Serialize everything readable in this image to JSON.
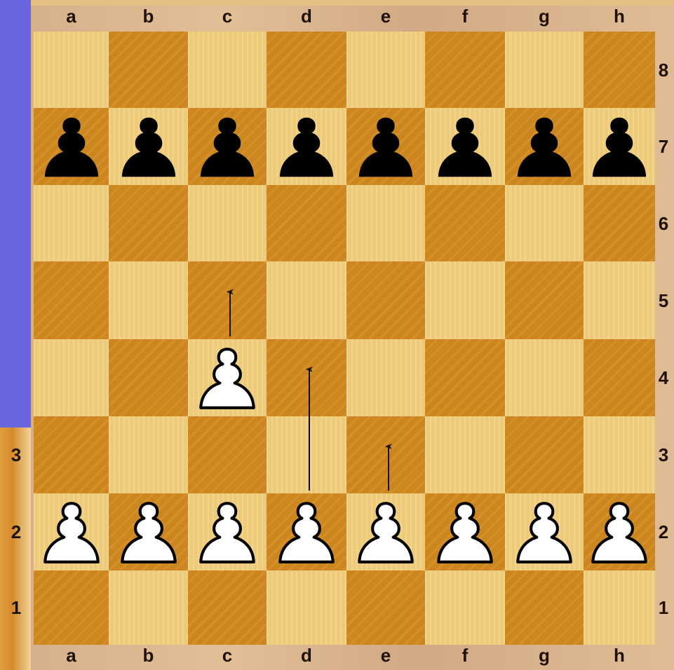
{
  "board": {
    "files": [
      "a",
      "b",
      "c",
      "d",
      "e",
      "f",
      "g",
      "h"
    ],
    "ranks": [
      "8",
      "7",
      "6",
      "5",
      "4",
      "3",
      "2",
      "1"
    ],
    "colors": {
      "light": "#f2cf7d",
      "dark": "#d38a20",
      "left_panel": "#6a66e0"
    },
    "pieces": [
      {
        "square": "a7",
        "color": "black",
        "type": "pawn"
      },
      {
        "square": "b7",
        "color": "black",
        "type": "pawn"
      },
      {
        "square": "c7",
        "color": "black",
        "type": "pawn"
      },
      {
        "square": "d7",
        "color": "black",
        "type": "pawn"
      },
      {
        "square": "e7",
        "color": "black",
        "type": "pawn"
      },
      {
        "square": "f7",
        "color": "black",
        "type": "pawn"
      },
      {
        "square": "g7",
        "color": "black",
        "type": "pawn"
      },
      {
        "square": "h7",
        "color": "black",
        "type": "pawn"
      },
      {
        "square": "c4",
        "color": "white",
        "type": "pawn"
      },
      {
        "square": "a2",
        "color": "white",
        "type": "pawn"
      },
      {
        "square": "b2",
        "color": "white",
        "type": "pawn"
      },
      {
        "square": "c2",
        "color": "white",
        "type": "pawn"
      },
      {
        "square": "d2",
        "color": "white",
        "type": "pawn"
      },
      {
        "square": "e2",
        "color": "white",
        "type": "pawn"
      },
      {
        "square": "f2",
        "color": "white",
        "type": "pawn"
      },
      {
        "square": "g2",
        "color": "white",
        "type": "pawn"
      },
      {
        "square": "h2",
        "color": "white",
        "type": "pawn"
      }
    ],
    "arrows": [
      {
        "from": "c4",
        "to": "c5"
      },
      {
        "from": "d2",
        "to": "d4"
      },
      {
        "from": "e2",
        "to": "e3"
      }
    ]
  }
}
